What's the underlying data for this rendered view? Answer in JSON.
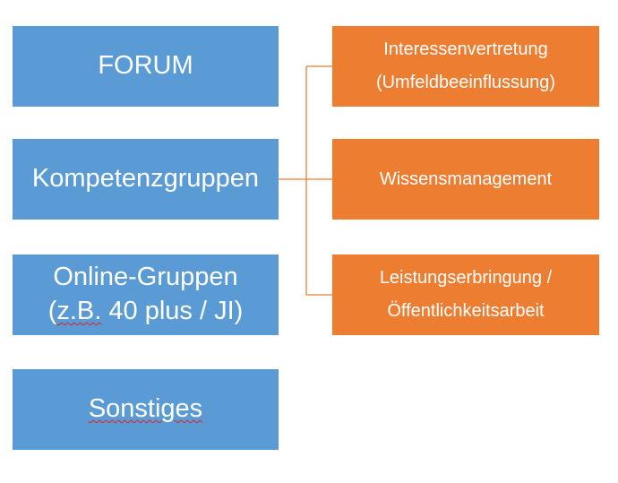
{
  "colors": {
    "left_box": "#5b9bd5",
    "right_box": "#ed7d31",
    "connector": "#ed7d31",
    "text": "#ffffff",
    "spellcheck_underline": "#e02020"
  },
  "left_column": [
    {
      "label": "FORUM"
    },
    {
      "label": "Kompetenzgruppen"
    },
    {
      "line1": "Online-Gruppen",
      "line2_prefix": "(",
      "line2_flagged": "z.B.",
      "line2_suffix": " 40 plus / JI)"
    },
    {
      "label": "Sonstiges"
    }
  ],
  "right_column": [
    {
      "line1": "Interessenvertretung",
      "line2": "(Umfeldbeeinflussung)"
    },
    {
      "label": "Wissensmanagement"
    },
    {
      "line1": "Leistungserbringung /",
      "line2": "Öffentlichkeitsarbeit"
    }
  ]
}
